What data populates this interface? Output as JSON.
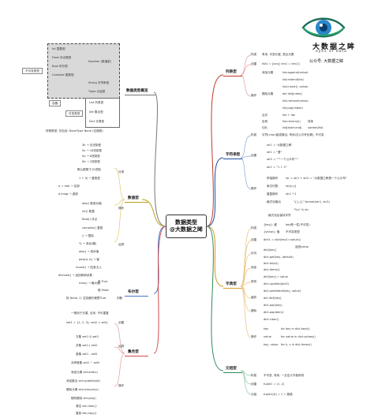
{
  "brand": {
    "name": "大数据之眸",
    "sub": "eyes of data",
    "account": "公众号: 大数据之眸"
  },
  "center": {
    "line1": "数据类型",
    "line2": "@大数据之眸"
  },
  "sections": {
    "overview": "数据类型概览",
    "list": "列表型",
    "string": "字符串型",
    "numeric": "数值型",
    "dict": "字典型",
    "bool": "布尔型",
    "set": "集合型",
    "tuple": "元组型"
  },
  "overview": {
    "immutable": "不可变类型",
    "immutable_items": [
      "Int 整数型",
      "Float 浮点数型",
      "Bool 布尔型",
      "Complex 复数型",
      "String 字符串型",
      "Tuple 元组型"
    ],
    "number_group": "Number (数值型)",
    "mutable": "可变类型",
    "mutable_items": [
      "List 列表型",
      "Set 集合型",
      "Dict 字典型"
    ],
    "container": "容器",
    "special": "特殊类型, 仅包含: NoneType None (空值型)"
  },
  "list": {
    "groups": [
      "构成",
      "创建",
      "操作"
    ],
    "items": [
      "有序, 可变长度, 混合元素",
      "list1 = [xxx]; len1 = len(1)",
      "添加元素",
      "list.append(value)",
      "list.extend(list)",
      "list.insert(i, value)",
      "删除元素",
      "del list[index]",
      "list.remove(value)",
      "list.pop(index)",
      "合并",
      "list + list",
      "反转",
      "list.reverse()",
      "切片",
      "list[start:end]",
      "排序",
      "sorted(list)"
    ]
  },
  "string": {
    "groups": [
      "构成",
      "创建",
      "操作"
    ],
    "items": [
      "字符(char)组成集合, 有序(位)(引号包裹), 不可变",
      "str1 = '大数据之眸'",
      "str1 = \"爱\"",
      "str2 = \"\"\"一个公众号\"\"\"",
      "str1 = \"1 + 2\"",
      "拼接操作",
      "str = str1 + str2 = \"大数据之眸是一个公众号\"",
      "索引切割",
      "str[x:y]",
      "重复操作",
      "str1 * 2",
      "格式化输出",
      "\"{}.{}\".format(str1, str2)",
      "\"%s\" % str",
      "格式化后保持字符"
    ]
  },
  "numeric": {
    "groups": [
      "分类",
      "操作",
      "运算"
    ],
    "items": [
      "3k → 无进制型",
      "0x → 16进制型",
      "0o → 8进制型",
      "0b → 2进制型",
      "默认都属于10进制",
      "1 + 3j → 复数型",
      "a = real → 实部",
      "a.imag → 虚部",
      "abs() 数绝对值",
      "int() 取整",
      "float() 浮点",
      "complex() 复数",
      "// → 整除",
      "% → 求余(模)",
      "abs() → 绝对值",
      "pow(a, b) → 幂",
      "round() → 四舍五入",
      "divmod() → 返回商和余数",
      "max() → 最大值"
    ]
  },
  "bool": {
    "items": [
      "真 True",
      "假 False",
      "除 None, 0, 空容器外都是True",
      "判断"
    ]
  },
  "dict": {
    "groups": [
      "构成",
      "创建",
      "访问",
      "添加",
      "修改",
      "遍历",
      "删除",
      "操作"
    ],
    "items": [
      "{key}: 键",
      "key唯一性(不可变)",
      "{value}: 值",
      "不可变类型",
      "dict1 = dict(key1=value1)",
      "返回value",
      "dict[key]",
      "dict.get(key, default)",
      "dict.keys()",
      "dict.items()",
      "dict[key] = value",
      "dict.update(dict2)",
      "dict.setdefault(key, value)",
      "del dict[key]",
      "dict.pop(key)",
      "dict.popitem()",
      "dict.clear()",
      "key",
      "for key in dict.keys()",
      "value",
      "for value in dict.values()",
      "key, value",
      "for k, v in dict.items()"
    ]
  },
  "set": {
    "groups": [
      "创建",
      "运算",
      "操作"
    ],
    "items": [
      "一般用于去重, 无序, 不可重复",
      "set1 = {1, 2, 3}; set2 = set()",
      "交集 set1 & set2",
      "并集 set1 | set2",
      "差集 set1 - set2",
      "对称差集 set1 ^ set2",
      "添加元素 set.add(x)",
      "添加集合 set.update(set)",
      "删除元素 set.remove(x)",
      "随机删除 set.pop()",
      "清空 set.clear()",
      "复制 set.copy()"
    ]
  },
  "tuple": {
    "groups": [
      "构成",
      "创建",
      "元组"
    ],
    "items": [
      "不可变, 有序, 一旦定义不能修改",
      "tuple1 = (1, 2)",
      "tuple1[0] = 1 = 报错"
    ]
  }
}
